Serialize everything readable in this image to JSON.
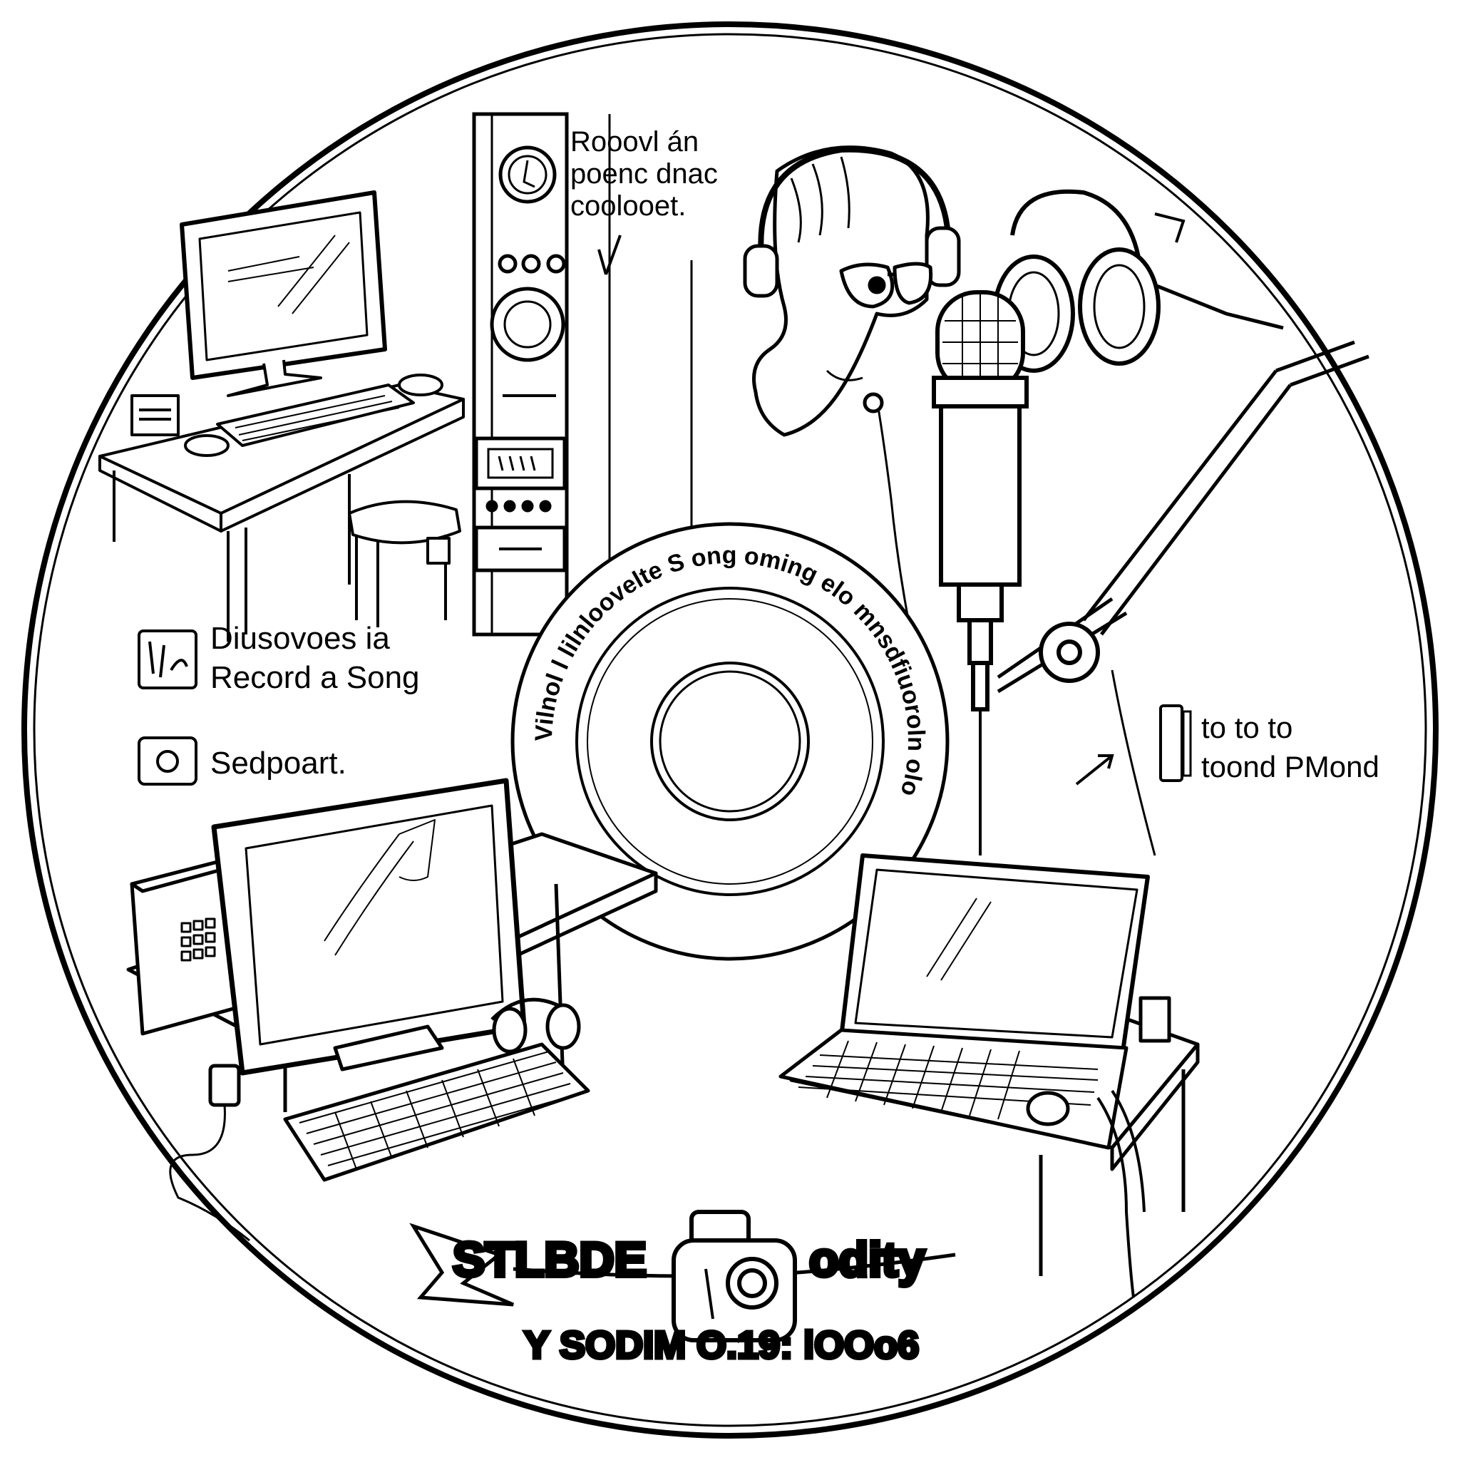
{
  "notes": {
    "top": [
      "Rooovl án",
      "poenc dnac",
      "coolooet."
    ],
    "left": [
      "Diusovoes ia",
      "Record a Song"
    ],
    "left_small": "Sedpoart.",
    "right": [
      "to to to",
      "toond PMond"
    ]
  },
  "disc_ring_text": "Vilnol l lilnloovelte S ong oming elo mnsdfiuoroln olo",
  "banner": {
    "left": "STLBDE",
    "right": "odity",
    "bottom": "Y SODIM O.19: lOOo6"
  },
  "icons": [
    "headphones-icon",
    "microphone-icon",
    "camera-icon",
    "padlock-icon",
    "speaker-icon"
  ],
  "colors": {
    "ink": "#000000",
    "paper": "#ffffff"
  }
}
